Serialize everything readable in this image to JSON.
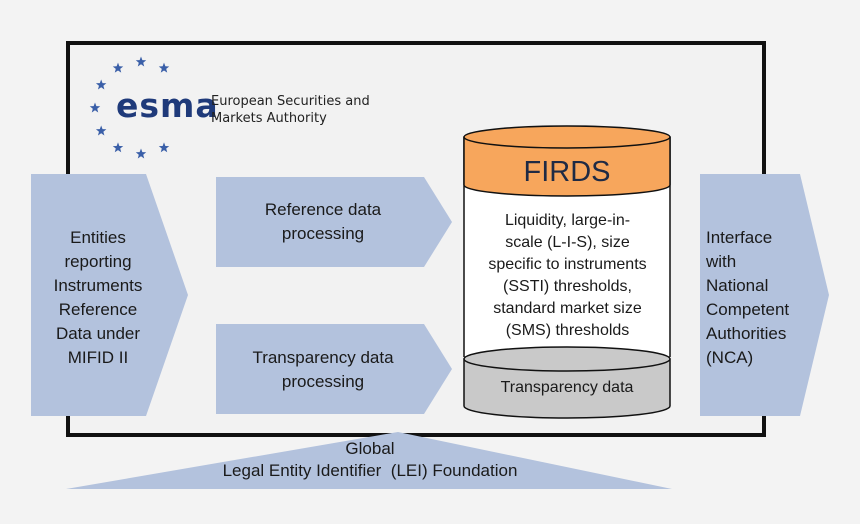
{
  "logo": {
    "wordmark": "esma",
    "subtitle_line1": "European Securities and",
    "subtitle_line2": "Markets Authority",
    "star_color": "#3a5fa8"
  },
  "left_block": {
    "lines": [
      "Entities",
      "reporting",
      "Instruments",
      "Reference",
      "Data under",
      "MIFID II"
    ]
  },
  "processes": [
    {
      "lines": [
        "Reference data",
        "processing"
      ]
    },
    {
      "lines": [
        "Transparency data",
        "processing"
      ]
    }
  ],
  "firds": {
    "title": "FIRDS",
    "body_lines": [
      "Liquidity, large-in-",
      "scale (L-I-S), size",
      "specific to instruments",
      "(SSTI) thresholds,",
      "standard market size",
      "(SMS) thresholds"
    ],
    "bottom_label": "Transparency data",
    "top_color": "#f7a65c",
    "bottom_color": "#c9c9c9"
  },
  "right_block": {
    "lines": [
      "Interface",
      "with",
      "National",
      "Competent",
      "Authorities",
      "(NCA)"
    ]
  },
  "foundation": {
    "lines": [
      "Global",
      "Legal Entity Identifier  (LEI) Foundation"
    ]
  },
  "colors": {
    "arrow_fill": "#b3c2dd",
    "frame_border": "#111111"
  }
}
